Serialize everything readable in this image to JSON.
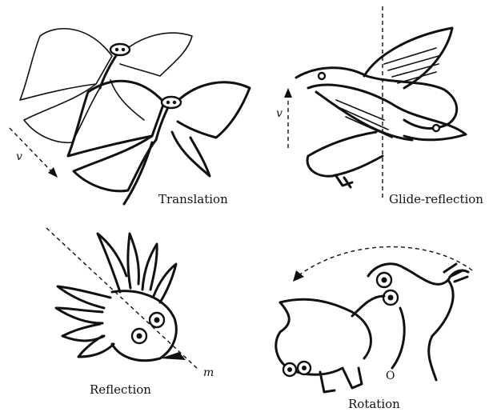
{
  "panels": {
    "translation": {
      "caption": "Translation",
      "vector_label": "v"
    },
    "glide_reflection": {
      "caption": "Glide-reflection",
      "vector_label": "v"
    },
    "reflection": {
      "caption": "Reflection",
      "mirror_label": "m"
    },
    "rotation": {
      "caption": "Rotation",
      "center_label": "O"
    }
  }
}
